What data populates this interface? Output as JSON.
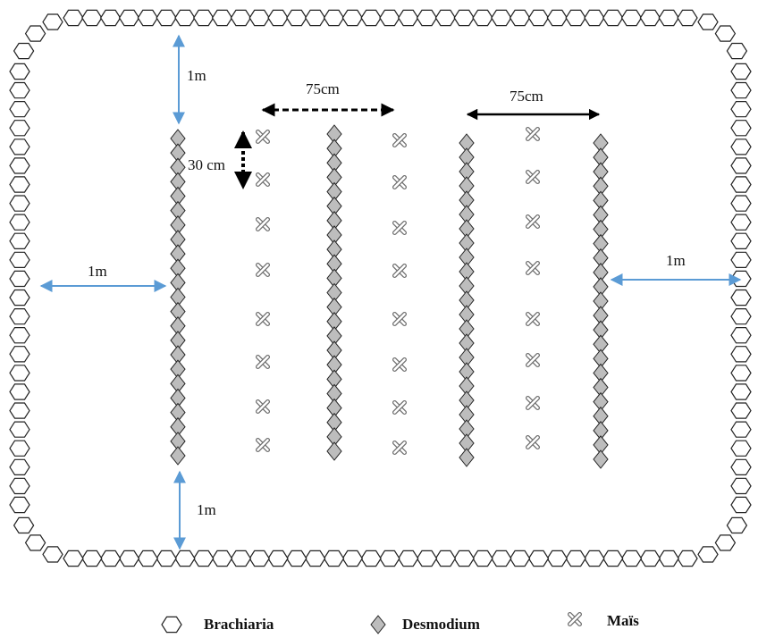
{
  "colors": {
    "outline": "#222222",
    "desmodium_fill": "#bdbdbd",
    "mais_stroke": "#6d6d6d",
    "blue_arrow": "#5b9bd5",
    "black_arrow": "#000000"
  },
  "icons": {
    "border": "hexagon-icon",
    "desmodium": "diamond-icon",
    "mais": "cross-icon"
  },
  "dimensions": {
    "top_margin": "1m",
    "left_margin": "1m",
    "right_margin": "1m",
    "bottom_margin": "1m",
    "row_spacing_left": "75cm",
    "row_spacing_right": "75cm",
    "plant_spacing": "30 cm"
  },
  "legend": {
    "brachiaria": "Brachiaria",
    "desmodium": "Desmodium",
    "mais": "Maïs"
  }
}
